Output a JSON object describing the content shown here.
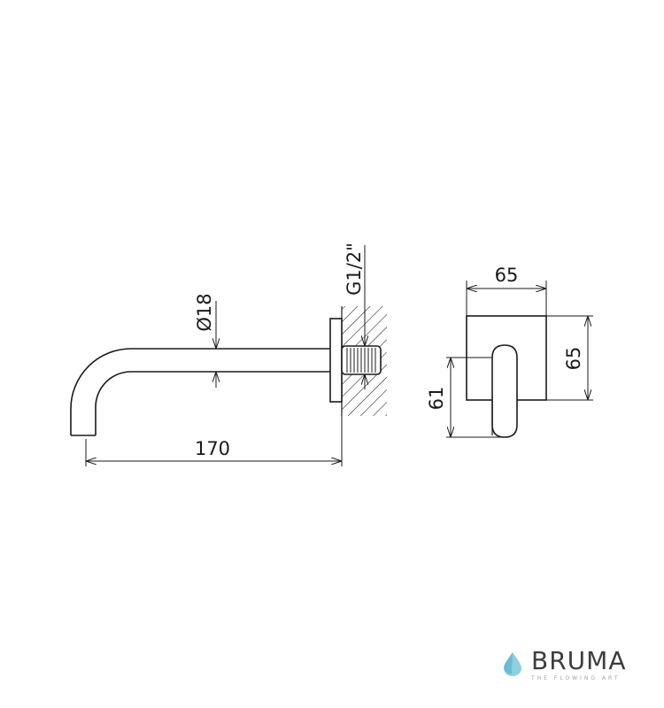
{
  "dimensions": {
    "spout_length": "170",
    "pipe_diameter": "Ø18",
    "thread_size": "G1/2\"",
    "plate_width": "65",
    "plate_height": "65",
    "handle_height": "61"
  },
  "brand": {
    "name": "BRUMA",
    "tagline": "THE FLOWING ART",
    "drop_color": "#8fcfe0",
    "text_color": "#3d3d3d"
  },
  "colors": {
    "line": "#1a1a1a"
  }
}
